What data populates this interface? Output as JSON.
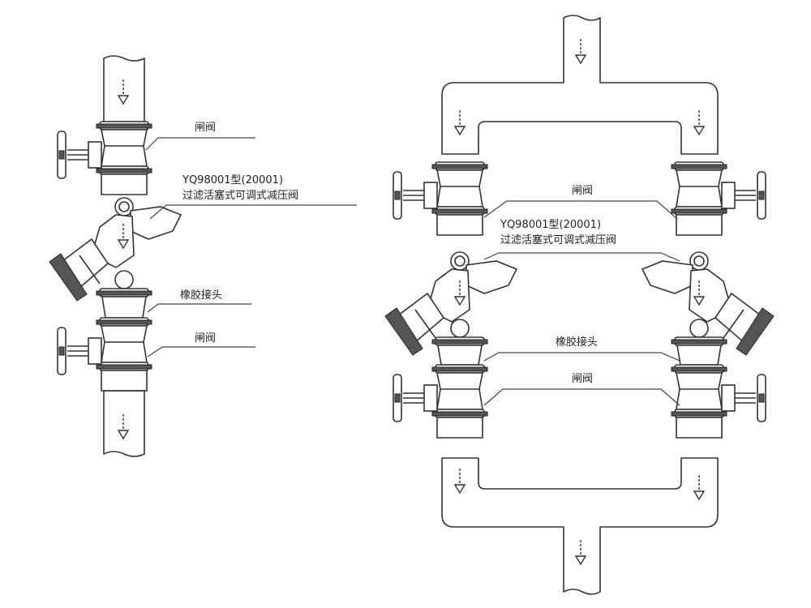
{
  "left_assembly": {
    "label_gate_valve_top": "闸阀",
    "label_model": "YQ98001型(20001)",
    "label_prv": "过滤活塞式可调式减压阀",
    "label_rubber_joint": "橡胶接头",
    "label_gate_valve_bottom": "闸阀"
  },
  "right_assembly": {
    "label_gate_valve_top": "闸阀",
    "label_model": "YQ98001型(20001)",
    "label_prv": "过滤活塞式可调式减压阀",
    "label_rubber_joint": "橡胶接头",
    "label_gate_valve_bottom": "闸阀"
  },
  "colors": {
    "line": "#333333",
    "background": "#ffffff"
  }
}
